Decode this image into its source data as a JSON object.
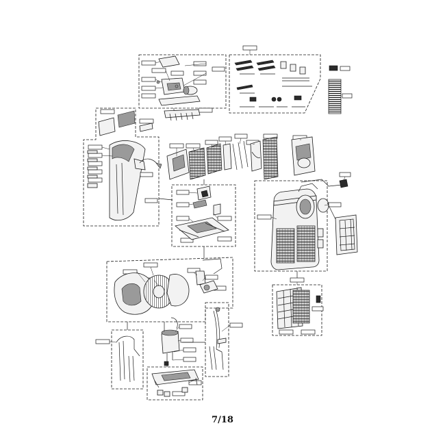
{
  "page": {
    "number": "7/18"
  },
  "colors": {
    "ink": "#1a1a1a",
    "paper": "#ffffff",
    "shade": "#9a9a9a"
  },
  "groups": [
    {
      "id": "top-accessory-group"
    },
    {
      "id": "installation-kit-group"
    },
    {
      "id": "front-panel-group"
    },
    {
      "id": "control-box-group"
    },
    {
      "id": "cabinet-group"
    },
    {
      "id": "fan-motor-group"
    },
    {
      "id": "filter-group"
    },
    {
      "id": "drain-pipe-group"
    },
    {
      "id": "pump-group"
    },
    {
      "id": "base-group"
    }
  ]
}
